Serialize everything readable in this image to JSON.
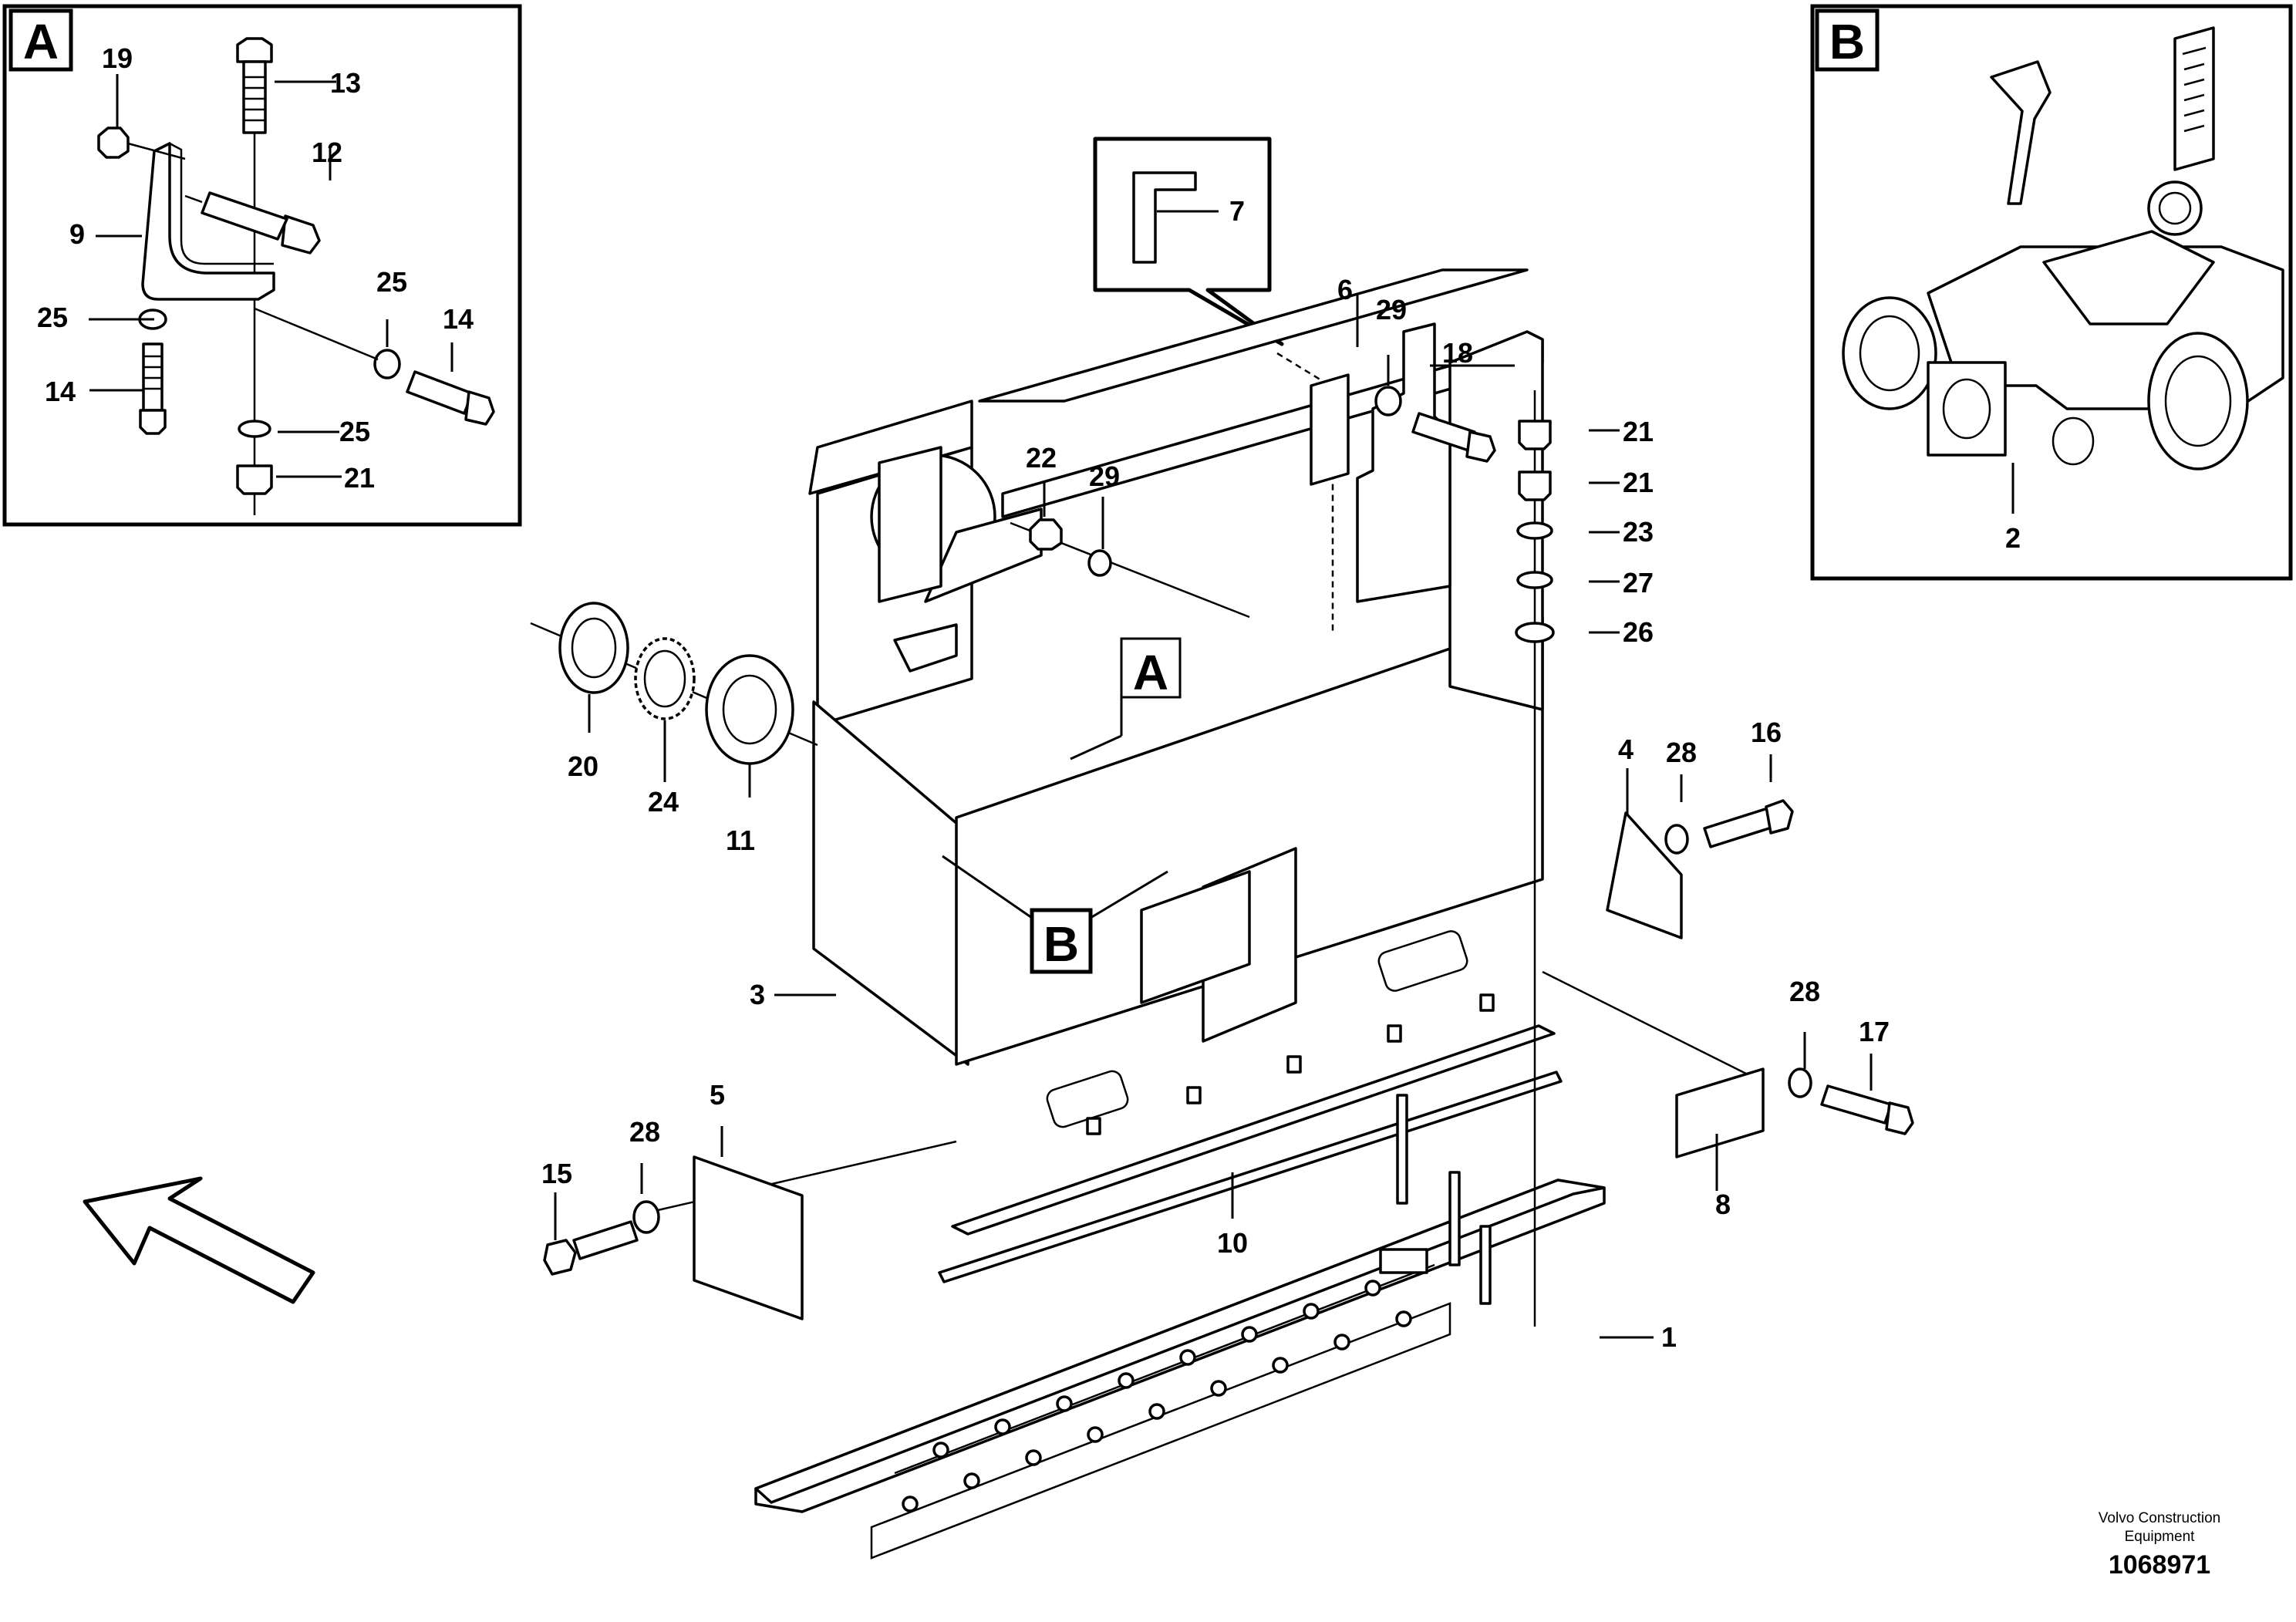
{
  "callouts": {
    "c1": "1",
    "c2": "2",
    "c3": "3",
    "c4": "4",
    "c5": "5",
    "c6": "6",
    "c7": "7",
    "c8": "8",
    "c9": "9",
    "c10": "10",
    "c11": "11",
    "c12": "12",
    "c13": "13",
    "c14": "14",
    "c15": "15",
    "c16": "16",
    "c17": "17",
    "c18": "18",
    "c19": "19",
    "c20": "20",
    "c21": "21",
    "c22": "22",
    "c23": "23",
    "c24": "24",
    "c25": "25",
    "c26": "26",
    "c27": "27",
    "c28": "28",
    "c29": "29"
  },
  "detail_labels": {
    "a": "A",
    "b": "B"
  },
  "footer": {
    "brand_line1": "Volvo Construction",
    "brand_line2": "Equipment",
    "figure_id": "1068971"
  }
}
